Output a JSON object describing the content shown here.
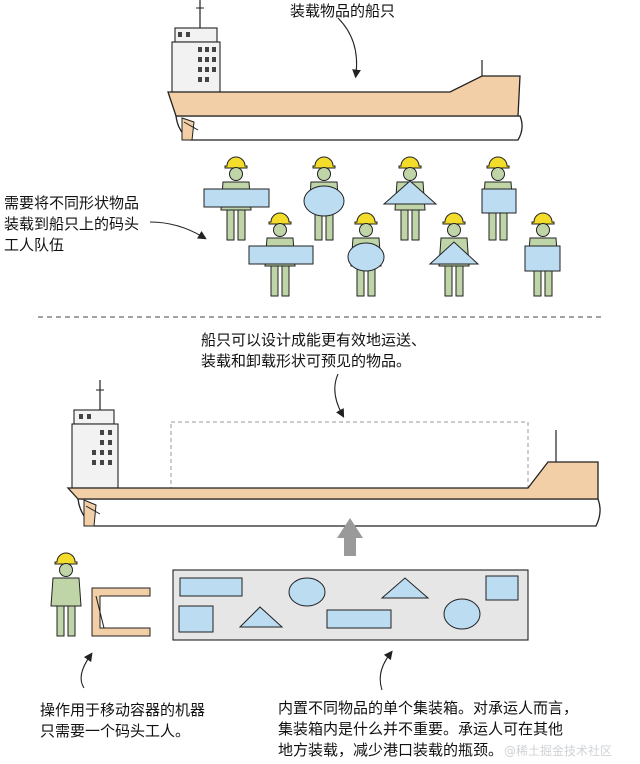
{
  "labels": {
    "ship_top": "装载物品的船只",
    "dock_workers_line1": "需要将不同形状物品",
    "dock_workers_line2": "装载到船只上的码头",
    "dock_workers_line3": "工人队伍",
    "ship_design_line1": "船只可以设计成能更有效地运送、",
    "ship_design_line2": "装载和卸载形状可预见的物品。",
    "machine_line1": "操作用于移动容器的机器",
    "machine_line2": "只需要一个码头工人。",
    "container_line1": "内置不同物品的单个集装箱。对承运人而言，",
    "container_line2": "集装箱内是什么并不重要。承运人可在其他",
    "container_line3": "地方装载，减少港口装载的瓶颈。"
  },
  "watermark": "@稀土掘金技术社区",
  "colors": {
    "hull": "#f2cfa6",
    "hull_bottom": "#ffffff",
    "superstructure": "#f2f2f2",
    "worker": "#bfd5a8",
    "helmet": "#f4dc2a",
    "cargo_item": "#bcdcf2",
    "container": "#e6e6e6",
    "arrow_up": "#9a9a9a",
    "stroke": "#222222"
  },
  "icons": [
    "cargo-ship-icon",
    "dock-worker-icon",
    "container-handler-machine-icon",
    "up-arrow-icon"
  ]
}
